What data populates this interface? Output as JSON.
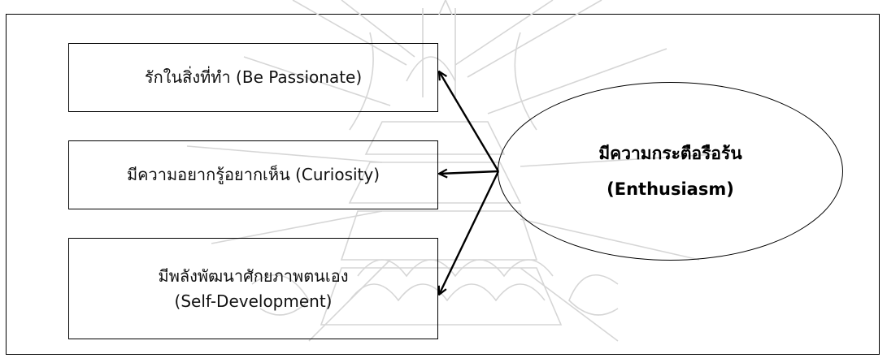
{
  "boxes": [
    {
      "lines": [
        "รักในสิ่งที่ทำ (Be Passionate)"
      ]
    },
    {
      "lines": [
        "มีความอยากรู้อยากเห็น (Curiosity)"
      ]
    },
    {
      "lines": [
        "มีพลังพัฒนาศักยภาพตนเอง",
        "(Self-Development)"
      ]
    }
  ],
  "center": {
    "line1": "มีความกระตือรือร้น",
    "line2": "(Enthusiasm)"
  },
  "colors": {
    "stroke": "#000000",
    "watermark": "#d9d9d9"
  }
}
